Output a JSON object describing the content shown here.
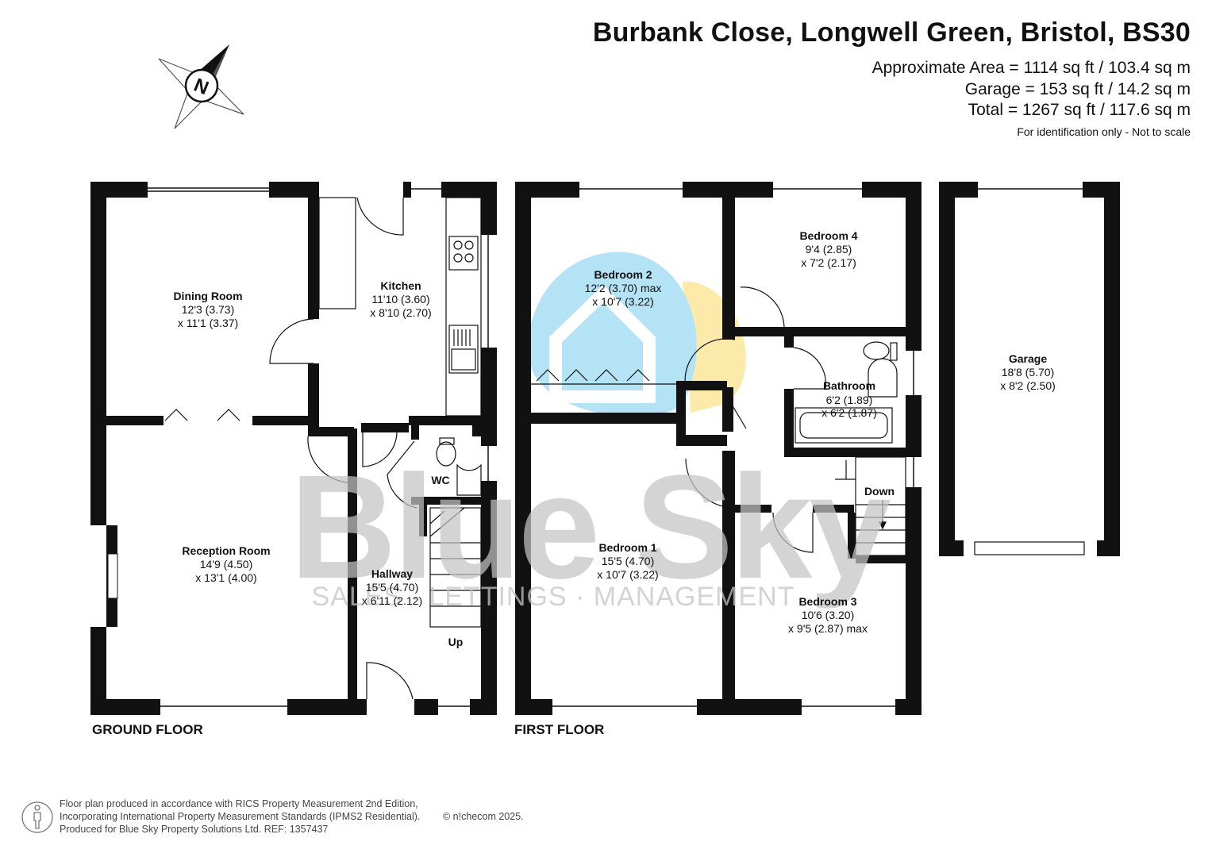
{
  "header": {
    "address": "Burbank Close, Longwell Green, Bristol, BS30",
    "approx_area": "Approximate Area = 1114 sq ft / 103.4 sq m",
    "garage_area": "Garage = 153 sq ft / 14.2 sq m",
    "total_area": "Total = 1267 sq ft / 117.6 sq m",
    "note": "For identification only - Not to scale"
  },
  "compass": {
    "letter": "N"
  },
  "floors": {
    "ground": "GROUND FLOOR",
    "first": "FIRST FLOOR"
  },
  "rooms": {
    "dining": {
      "name": "Dining Room",
      "d1": "12'3 (3.73)",
      "d2": "x 11'1 (3.37)"
    },
    "kitchen": {
      "name": "Kitchen",
      "d1": "11'10 (3.60)",
      "d2": "x 8'10 (2.70)"
    },
    "reception": {
      "name": "Reception Room",
      "d1": "14'9 (4.50)",
      "d2": "x 13'1 (4.00)"
    },
    "hallway": {
      "name": "Hallway",
      "d1": "15'5 (4.70)",
      "d2": "x 6'11 (2.12)"
    },
    "wc": {
      "name": "WC"
    },
    "bed2": {
      "name": "Bedroom 2",
      "d1": "12'2 (3.70) max",
      "d2": "x 10'7 (3.22)"
    },
    "bed4": {
      "name": "Bedroom 4",
      "d1": "9'4 (2.85)",
      "d2": "x 7'2 (2.17)"
    },
    "bathroom": {
      "name": "Bathroom",
      "d1": "6'2 (1.89)",
      "d2": "x 6'2 (1.87)"
    },
    "bed1": {
      "name": "Bedroom 1",
      "d1": "15'5 (4.70)",
      "d2": "x 10'7 (3.22)"
    },
    "bed3": {
      "name": "Bedroom 3",
      "d1": "10'6 (3.20)",
      "d2": "x 9'5 (2.87) max"
    },
    "garage": {
      "name": "Garage",
      "d1": "18'8 (5.70)",
      "d2": "x 8'2 (2.50)"
    }
  },
  "stairs": {
    "up": "Up",
    "down": "Down"
  },
  "watermark": {
    "brand": "Blue Sky",
    "tagline": "SALES · LETTINGS · MANAGEMENT"
  },
  "footer": {
    "line1": "Floor plan produced in accordance with RICS Property Measurement 2nd Edition,",
    "line2": "Incorporating International Property Measurement Standards (IPMS2 Residential).",
    "line3": "Produced for Blue Sky Property Solutions Ltd.   REF:  1357437",
    "copyright": "© n!checom 2025."
  },
  "colors": {
    "wall": "#111111",
    "logo_blue": "#b3e3f4",
    "logo_yellow": "#fbeaa9",
    "watermark_grey": "#c4c4c4"
  }
}
